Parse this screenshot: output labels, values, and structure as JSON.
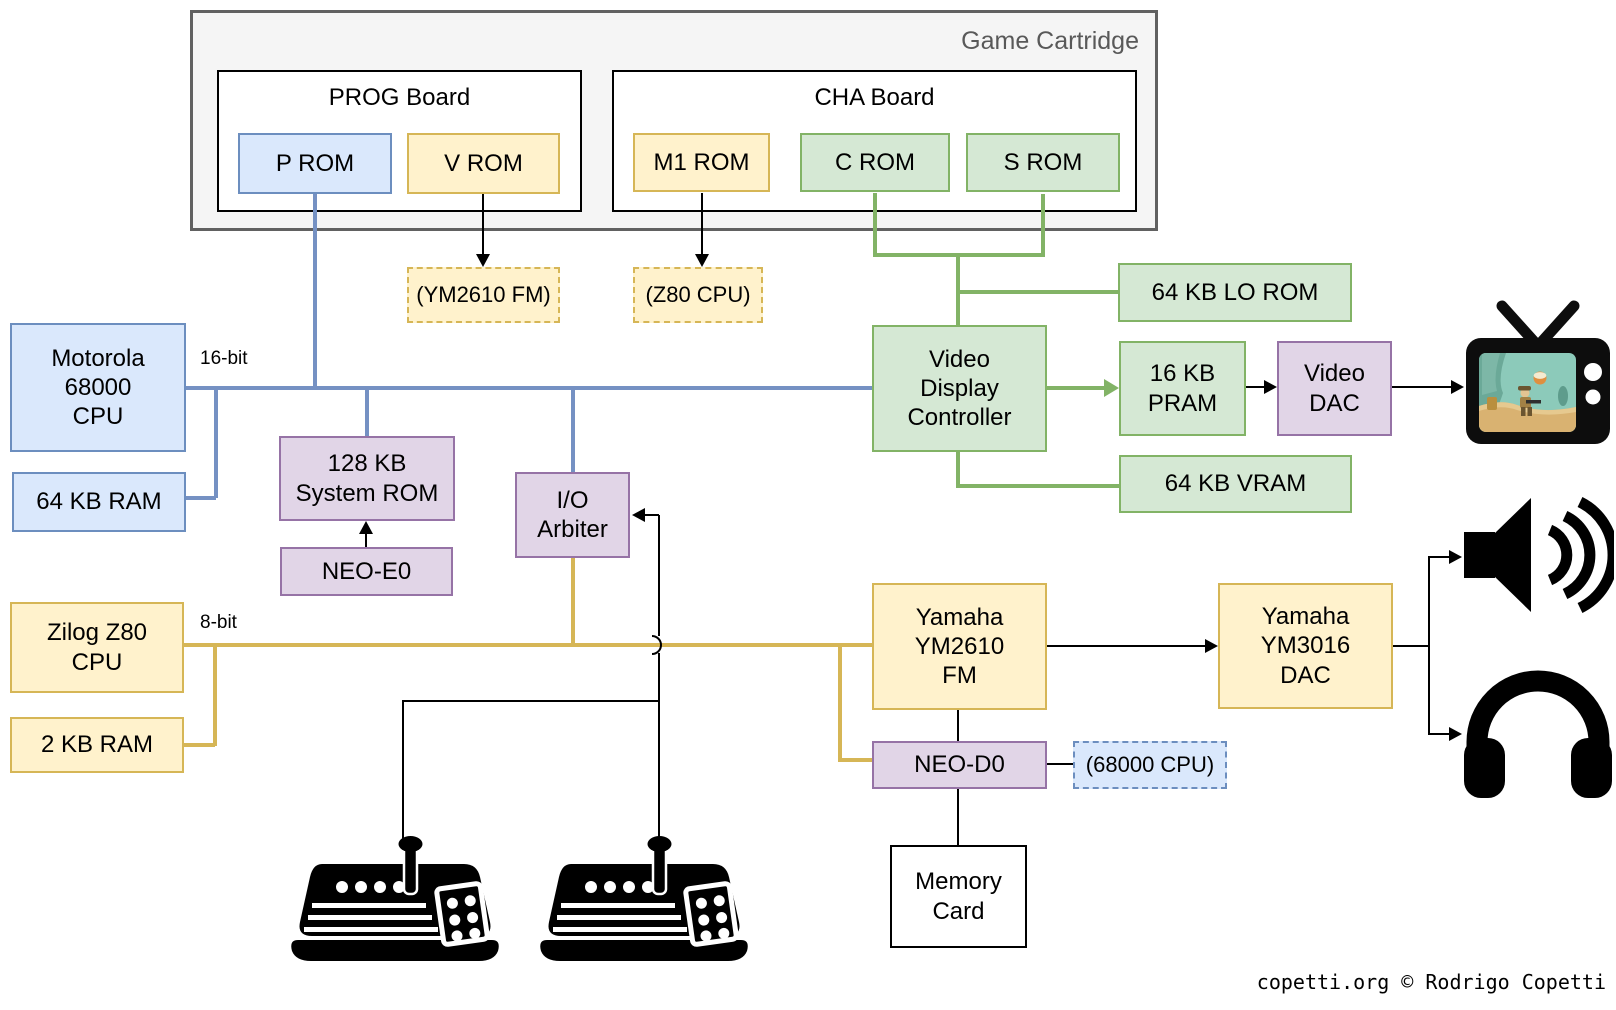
{
  "cartridge": {
    "label": "Game Cartridge"
  },
  "boards": {
    "prog": "PROG Board",
    "cha": "CHA Board"
  },
  "nodes": {
    "p_rom": "P ROM",
    "v_rom": "V ROM",
    "m1_rom": "M1 ROM",
    "c_rom": "C ROM",
    "s_rom": "S ROM",
    "ym2610_ref": "(YM2610 FM)",
    "z80_ref": "(Z80 CPU)",
    "motorola": "Motorola\n68000\nCPU",
    "ram_64kb": "64 KB RAM",
    "system_rom": "128 KB\nSystem ROM",
    "neo_e0": "NEO-E0",
    "io_arbiter": "I/O\nArbiter",
    "vdc": "Video\nDisplay\nController",
    "lo_rom": "64 KB LO ROM",
    "pram": "16 KB\nPRAM",
    "video_dac": "Video\nDAC",
    "vram": "64 KB VRAM",
    "zilog": "Zilog Z80\nCPU",
    "ram_2kb": "2 KB RAM",
    "ym2610": "Yamaha\nYM2610\nFM",
    "ym3016": "Yamaha\nYM3016\nDAC",
    "neo_d0": "NEO-D0",
    "cpu68000_ref": "(68000 CPU)",
    "memory_card": "Memory\nCard"
  },
  "bus_labels": {
    "cpu_bus": "16-bit",
    "audio_bus": "8-bit"
  },
  "credit": "copetti.org © Rodrigo Copetti",
  "colors": {
    "blue_fill": "#dae8fc",
    "blue_stroke": "#6c8ebf",
    "yellow_fill": "#fff2cc",
    "yellow_stroke": "#d6b656",
    "green_fill": "#d5e8d4",
    "green_stroke": "#82b366",
    "purple_fill": "#e1d5e7",
    "purple_stroke": "#9673a6",
    "cartridge_fill": "#f5f5f5",
    "cartridge_stroke": "#616161",
    "bus_blue": "#7591c3",
    "bus_yellow": "#d6b656",
    "bus_green": "#82b366",
    "connector_black": "#000000"
  },
  "icons": {
    "tv": "tv-icon",
    "speaker": "speaker-icon",
    "headphones": "headphones-icon",
    "joystick_left": "arcade-joystick-icon",
    "joystick_right": "arcade-joystick-icon"
  }
}
